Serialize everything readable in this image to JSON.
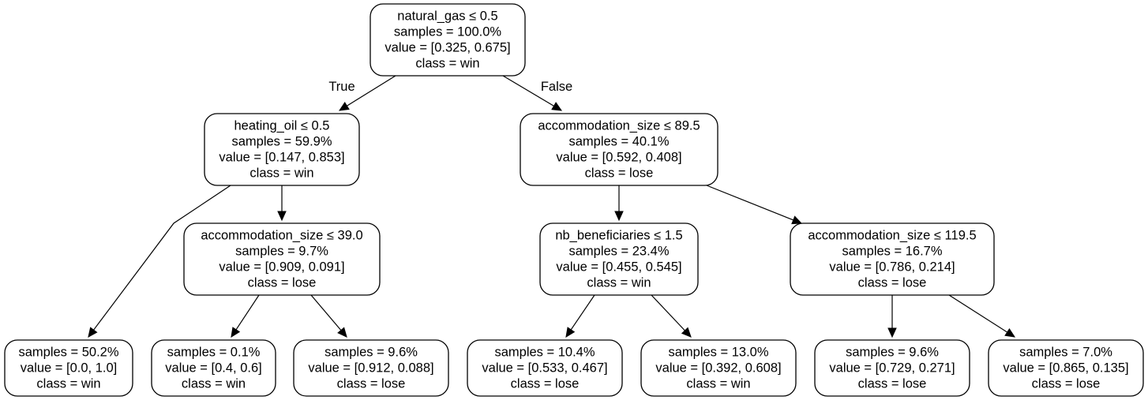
{
  "tree": {
    "nodes": [
      {
        "id": "root",
        "lines": [
          "natural_gas ≤ 0.5",
          "samples = 100.0%",
          "value = [0.325, 0.675]",
          "class = win"
        ]
      },
      {
        "id": "n1",
        "lines": [
          "heating_oil ≤ 0.5",
          "samples = 59.9%",
          "value = [0.147, 0.853]",
          "class = win"
        ]
      },
      {
        "id": "n2",
        "lines": [
          "accommodation_size ≤ 89.5",
          "samples = 40.1%",
          "value = [0.592, 0.408]",
          "class = lose"
        ]
      },
      {
        "id": "n3",
        "lines": [
          "accommodation_size ≤ 39.0",
          "samples = 9.7%",
          "value = [0.909, 0.091]",
          "class = lose"
        ]
      },
      {
        "id": "n4",
        "lines": [
          "nb_beneficiaries ≤ 1.5",
          "samples = 23.4%",
          "value = [0.455, 0.545]",
          "class = win"
        ]
      },
      {
        "id": "n5",
        "lines": [
          "accommodation_size ≤ 119.5",
          "samples = 16.7%",
          "value = [0.786, 0.214]",
          "class = lose"
        ]
      },
      {
        "id": "l1",
        "lines": [
          "samples = 50.2%",
          "value = [0.0, 1.0]",
          "class = win"
        ]
      },
      {
        "id": "l2",
        "lines": [
          "samples = 0.1%",
          "value = [0.4, 0.6]",
          "class = win"
        ]
      },
      {
        "id": "l3",
        "lines": [
          "samples = 9.6%",
          "value = [0.912, 0.088]",
          "class = lose"
        ]
      },
      {
        "id": "l4",
        "lines": [
          "samples = 10.4%",
          "value = [0.533, 0.467]",
          "class = lose"
        ]
      },
      {
        "id": "l5",
        "lines": [
          "samples = 13.0%",
          "value = [0.392, 0.608]",
          "class = win"
        ]
      },
      {
        "id": "l6",
        "lines": [
          "samples = 9.6%",
          "value = [0.729, 0.271]",
          "class = lose"
        ]
      },
      {
        "id": "l7",
        "lines": [
          "samples = 7.0%",
          "value = [0.865, 0.135]",
          "class = lose"
        ]
      }
    ],
    "edges": [
      {
        "from": "root",
        "to": "n1",
        "label": "True"
      },
      {
        "from": "root",
        "to": "n2",
        "label": "False"
      },
      {
        "from": "n1",
        "to": "l1",
        "label": ""
      },
      {
        "from": "n1",
        "to": "n3",
        "label": ""
      },
      {
        "from": "n3",
        "to": "l2",
        "label": ""
      },
      {
        "from": "n3",
        "to": "l3",
        "label": ""
      },
      {
        "from": "n2",
        "to": "n4",
        "label": ""
      },
      {
        "from": "n2",
        "to": "n5",
        "label": ""
      },
      {
        "from": "n4",
        "to": "l4",
        "label": ""
      },
      {
        "from": "n4",
        "to": "l5",
        "label": ""
      },
      {
        "from": "n5",
        "to": "l6",
        "label": ""
      },
      {
        "from": "n5",
        "to": "l7",
        "label": ""
      }
    ]
  }
}
